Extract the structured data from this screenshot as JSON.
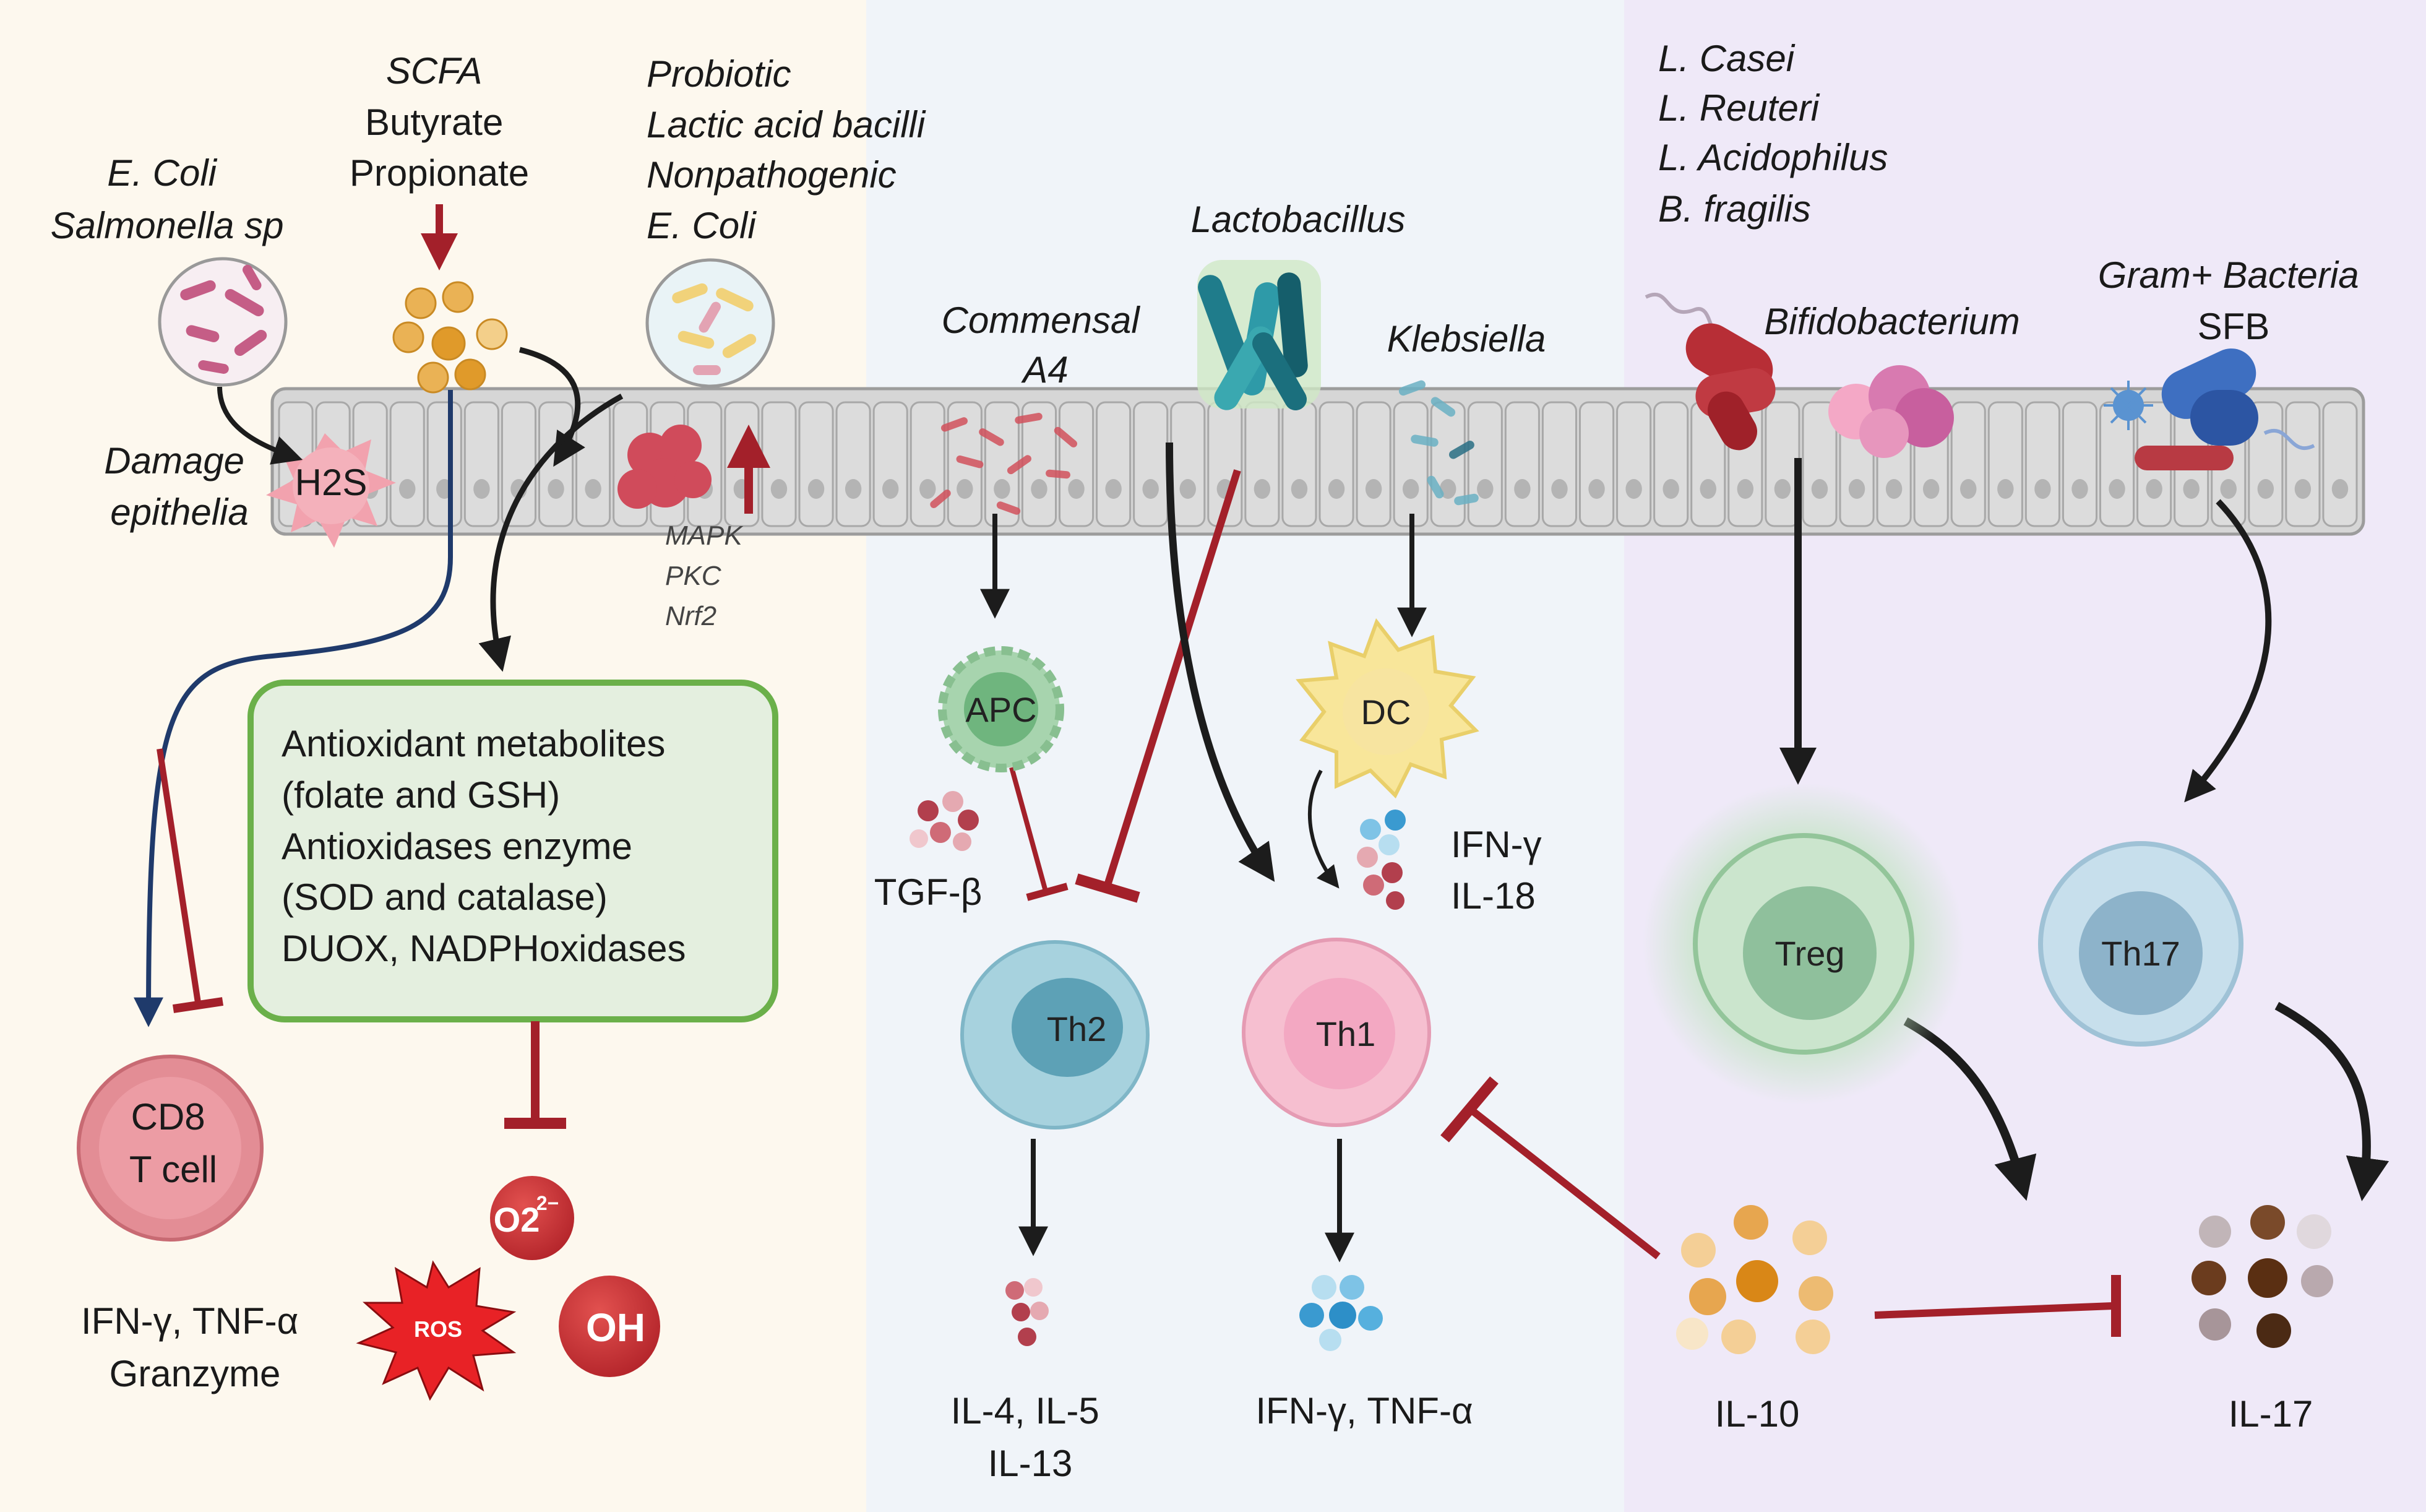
{
  "colors": {
    "panel_left": "#fdf8ee",
    "panel_mid": "#f0f4f9",
    "panel_right": "#efe9f8",
    "epithelium": "#d6d6d6",
    "inhibit_red": "#b5252f",
    "arrow_black": "#1c1c1c",
    "arrow_navy": "#1f3a6b",
    "green_box_border": "#6bb04a",
    "green_box_fill": "#e4efdf"
  },
  "left_panel": {
    "ecoli_salmonella": [
      "E. Coli",
      "Salmonella sp"
    ],
    "scfa": [
      "SCFA",
      "Butyrate",
      "Propionate"
    ],
    "probiotic": [
      "Probiotic",
      "Lactic acid bacilli",
      "Nonpathogenic",
      "E. Coli"
    ],
    "damage": [
      "Damage",
      "epithelia"
    ],
    "h2s": "H2S",
    "pathways": [
      "MAPK",
      "PKC",
      "Nrf2"
    ],
    "antioxidant_box": [
      "Antioxidant metabolites",
      "(folate and GSH)",
      "Antioxidases enzyme",
      "(SOD and catalase)",
      "DUOX, NADPHoxidases"
    ],
    "cd8": [
      "CD8",
      "T cell"
    ],
    "cd8_cytokines": [
      "IFN-γ, TNF-α",
      "Granzyme"
    ],
    "superoxide": "O2",
    "superoxide_sup": "2−",
    "ros": "ROS",
    "hydroxyl": "OH"
  },
  "middle_panel": {
    "lactobacillus": "Lactobacillus",
    "commensal": [
      "Commensal",
      "A4"
    ],
    "klebsiella": "Klebsiella",
    "apc": "APC",
    "dc": "DC",
    "tgf": "TGF-β",
    "dc_cytokines": [
      "IFN-γ",
      "IL-18"
    ],
    "th2": "Th2",
    "th1": "Th1",
    "th2_cytokines": [
      "IL-4, IL-5",
      "IL-13"
    ],
    "th1_cytokines": "IFN-γ, TNF-α"
  },
  "right_panel": {
    "lacto_species": [
      "L. Casei",
      "L. Reuteri",
      "L. Acidophilus",
      "B. fragilis"
    ],
    "bifidobacterium": "Bifidobacterium",
    "gram": [
      "Gram+ Bacteria",
      "SFB"
    ],
    "treg": "Treg",
    "th17": "Th17",
    "il10": "IL-10",
    "il17": "IL-17"
  }
}
